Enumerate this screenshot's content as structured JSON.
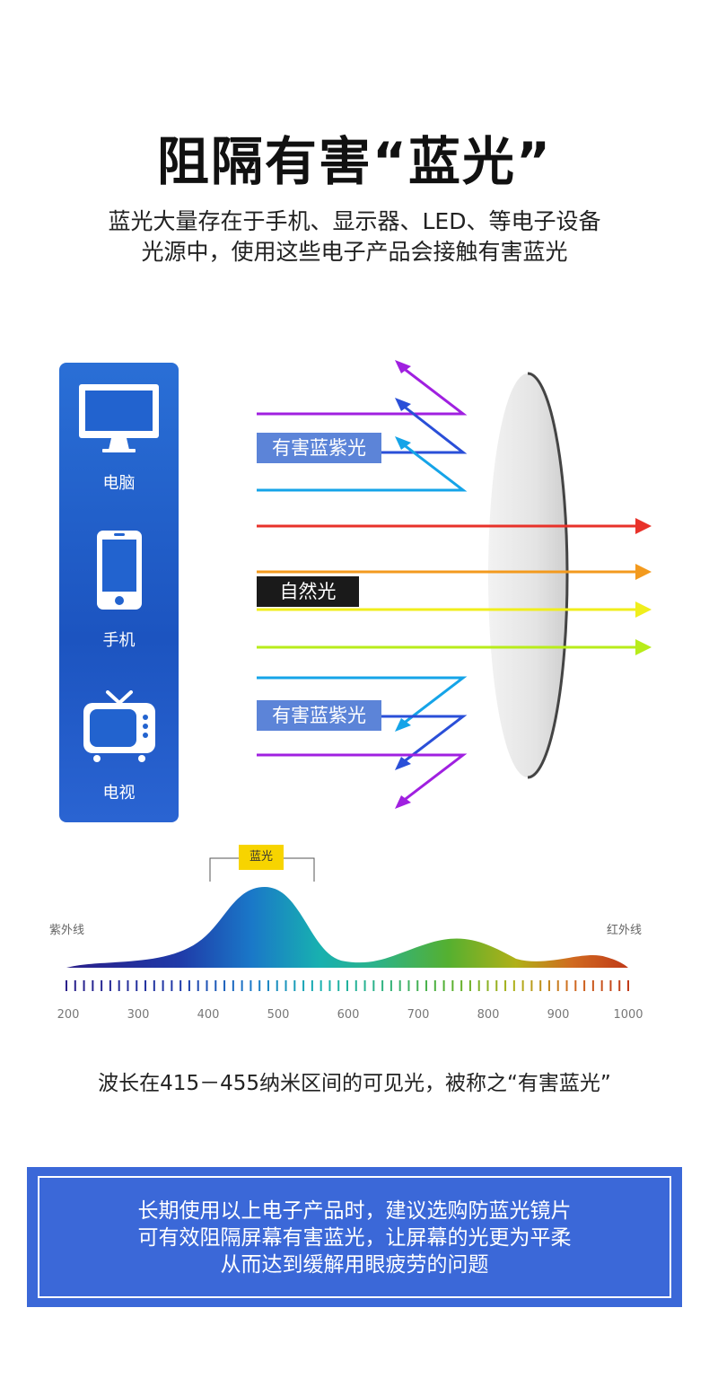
{
  "header": {
    "title": "阻隔有害“蓝光”",
    "subtitle_line1": "蓝光大量存在于手机、显示器、LED、等电子设备",
    "subtitle_line2": "光源中，使用这些电子产品会接触有害蓝光"
  },
  "devices": [
    {
      "label": "电脑",
      "icon": "monitor-icon"
    },
    {
      "label": "手机",
      "icon": "phone-icon"
    },
    {
      "label": "电视",
      "icon": "tv-icon"
    }
  ],
  "optics": {
    "harmful_label_top": "有害蓝紫光",
    "natural_label": "自然光",
    "harmful_label_bottom": "有害蓝紫光",
    "colors": {
      "violet": "#a020e0",
      "blue": "#2a4fd8",
      "cyan": "#15a4e8",
      "red": "#e8322a",
      "orange": "#f39a1e",
      "yellow": "#f0ee1c",
      "yellowgreen": "#b8ec1a"
    }
  },
  "spectrum": {
    "band_label": "蓝光",
    "uv_label": "紫外线",
    "ir_label": "红外线",
    "ticks": [
      "200",
      "300",
      "400",
      "500",
      "600",
      "700",
      "800",
      "900",
      "1000"
    ]
  },
  "wavelength_text": "波长在415－455纳米区间的可见光，被称之“有害蓝光”",
  "note": {
    "line1": "长期使用以上电子产品时，建议选购防蓝光镜片",
    "line2": "可有效阻隔屏幕有害蓝光，让屏幕的光更为平柔",
    "line3": "从而达到缓解用眼疲劳的问题"
  }
}
